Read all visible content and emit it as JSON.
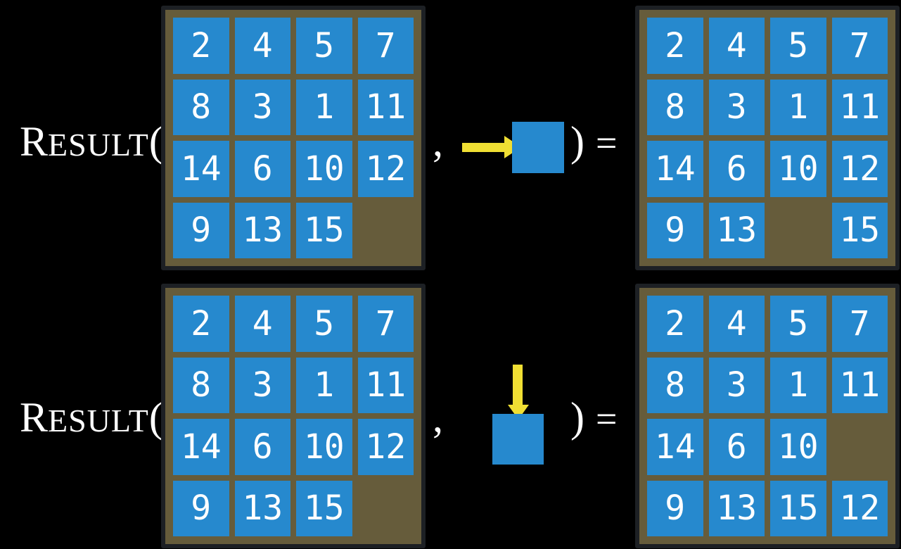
{
  "figure": {
    "colors": {
      "background": "#000000",
      "tile_blue": "#2689CE",
      "board_brown": "#665C3B",
      "board_border": "#1D2024",
      "arrow_yellow": "#F0DF33",
      "text": "#FFFFFF"
    },
    "rows": [
      {
        "function_name": "Result",
        "label_initial": "R",
        "label_rest": "ESULT",
        "open_paren": "(",
        "comma": ",",
        "action": "move-blank-right",
        "action_icon": "right-arrow-into-blank-tile",
        "close_paren": ")",
        "equals": "=",
        "input_grid": [
          2,
          4,
          5,
          7,
          8,
          3,
          1,
          11,
          14,
          6,
          10,
          12,
          9,
          13,
          15,
          null
        ],
        "output_grid": [
          2,
          4,
          5,
          7,
          8,
          3,
          1,
          11,
          14,
          6,
          10,
          12,
          9,
          13,
          null,
          15
        ]
      },
      {
        "function_name": "Result",
        "label_initial": "R",
        "label_rest": "ESULT",
        "open_paren": "(",
        "comma": ",",
        "action": "move-blank-down",
        "action_icon": "down-arrow-into-blank-tile",
        "close_paren": ")",
        "equals": "=",
        "input_grid": [
          2,
          4,
          5,
          7,
          8,
          3,
          1,
          11,
          14,
          6,
          10,
          12,
          9,
          13,
          15,
          null
        ],
        "output_grid": [
          2,
          4,
          5,
          7,
          8,
          3,
          1,
          11,
          14,
          6,
          10,
          null,
          9,
          13,
          15,
          12
        ]
      }
    ]
  }
}
